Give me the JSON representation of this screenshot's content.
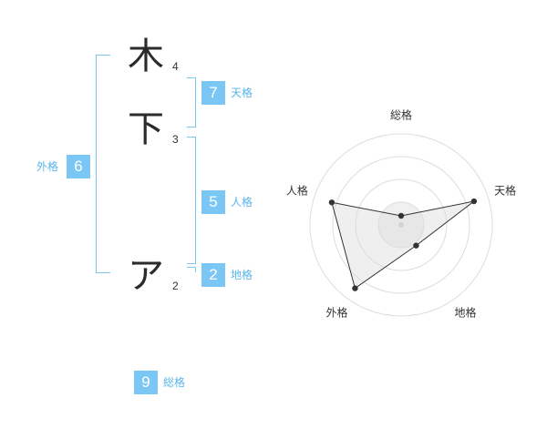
{
  "characters": [
    {
      "char": "木",
      "strokes": "4"
    },
    {
      "char": "下",
      "strokes": "3"
    },
    {
      "char": "ア",
      "strokes": "2"
    }
  ],
  "fortunes": {
    "tenkaku": {
      "label": "天格",
      "value": "7"
    },
    "jinkaku": {
      "label": "人格",
      "value": "5"
    },
    "chikaku": {
      "label": "地格",
      "value": "2"
    },
    "gaikaku": {
      "label": "外格",
      "value": "6"
    },
    "soukaku": {
      "label": "総格",
      "value": "9"
    }
  },
  "chart_data": {
    "type": "radar",
    "axes": [
      "総格",
      "天格",
      "地格",
      "外格",
      "人格"
    ],
    "values": [
      0.1,
      0.84,
      0.28,
      0.86,
      0.8
    ],
    "rmax": 1,
    "rings": 4
  },
  "colors": {
    "accent": "#7ac7f5",
    "accent_text": "#5ab4ea",
    "ink": "#2b2b2b"
  }
}
